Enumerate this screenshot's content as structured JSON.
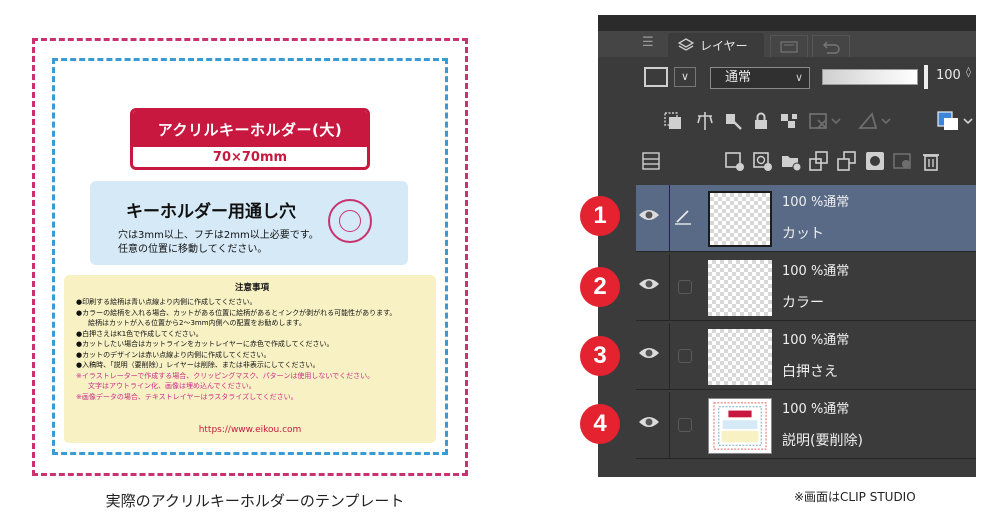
{
  "template": {
    "title": "アクリルキーホルダー(大)",
    "size": "70×70mm",
    "hole_title": "キーホルダー用通し穴",
    "hole_lines": [
      "穴は3mm以上、フチは2mm以上必要です。",
      "任意の位置に移動してください。"
    ],
    "notes_heading": "注意事項",
    "notes": [
      "●印刷する絵柄は青い点線より内側に作成してください。",
      "●カラーの絵柄を入れる場合、カットがある位置に絵柄があるとインクが剥がれる可能性があります。",
      "絵柄はカットが入る位置から2〜3mm内側への配置をお勧めします。",
      "●白押さえはK1色で作成してください。",
      "●カットしたい場合はカットラインをカットレイヤーに赤色で作成してください。",
      "●カットのデザインは赤い点線より内側に作成してください。",
      "●入稿時、「説明（要削除）」レイヤーは削除、または非表示にしてください。",
      "※イラストレーターで作成する場合、クリッピングマスク、パターンは使用しないでください。",
      "文字はアウトライン化、画像は埋め込んでください。",
      "※画像データの場合、テキストレイヤーはラスタライズしてください。"
    ],
    "url": "https://www.eikou.com",
    "caption": "実際のアクリルキーホルダーのテンプレート"
  },
  "panel": {
    "tab_label": "レイヤー",
    "blend_mode": "通常",
    "opacity": "100",
    "layers": [
      {
        "badge": "1",
        "meta": "100 %通常",
        "name": "カット",
        "selected": true
      },
      {
        "badge": "2",
        "meta": "100 %通常",
        "name": "カラー",
        "selected": false
      },
      {
        "badge": "3",
        "meta": "100 %通常",
        "name": "白押さえ",
        "selected": false
      },
      {
        "badge": "4",
        "meta": "100 %通常",
        "name": "説明(要削除)",
        "selected": false
      }
    ]
  },
  "right_caption": "※画面はCLIP STUDIO",
  "colors": {
    "magenta": "#c8336f",
    "blue": "#3a9ad3",
    "crimson": "#c8183f",
    "badge_red": "#e5222f",
    "panel_bg": "#3b3b3b",
    "selected_layer": "#586a85"
  }
}
